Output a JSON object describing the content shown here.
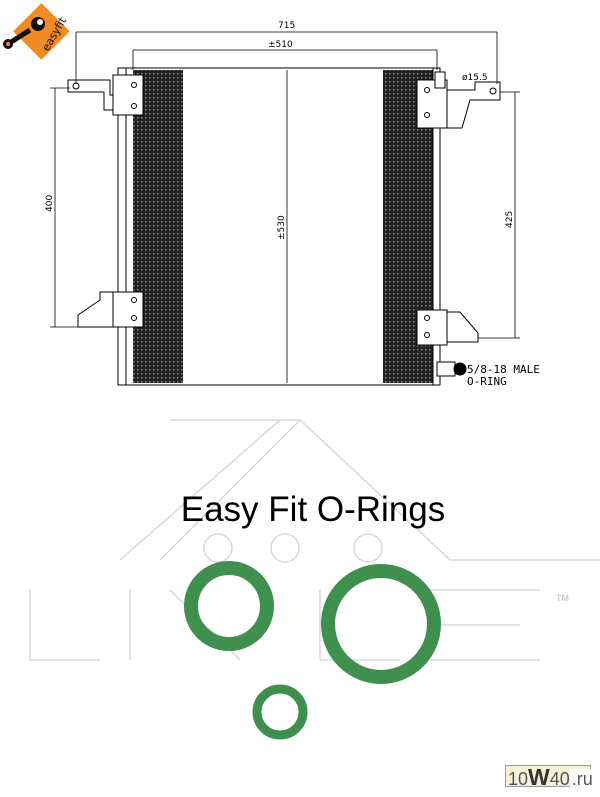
{
  "logo": {
    "text": "easyfit",
    "color": "#f08a24"
  },
  "drawing": {
    "dim_overall_width": "715",
    "dim_core_width": "±510",
    "dim_core_height": "±530",
    "dim_left_mount": "400",
    "dim_right_mount": "425",
    "dim_pipe": "ø15.5",
    "fitting_note_line1": "5/8-18 MALE",
    "fitting_note_line2": "O-RING"
  },
  "title": "Easy Fit O-Rings",
  "trademark": "TM",
  "oring_color": "#3f8f4e",
  "watermark": {
    "part1": "10",
    "part2": "W",
    "part3": "40",
    "part4": ".ru"
  }
}
